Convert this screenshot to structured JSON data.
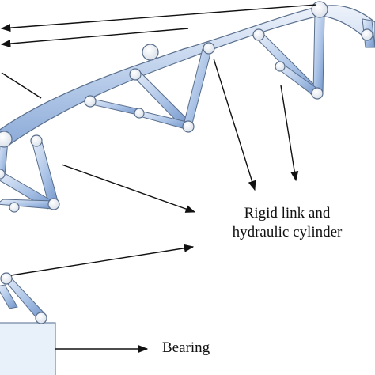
{
  "diagram": {
    "labels": {
      "rigid_link_line1": "Rigid link and",
      "rigid_link_line2": "hydraulic cylinder",
      "bearing": "Bearing"
    },
    "colors": {
      "link_fill_light": "#dde8f6",
      "link_fill_dark": "#8fb0db",
      "link_stroke": "#5a6f8c",
      "joint_fill": "#f4f6fa",
      "arrow": "#111111"
    }
  }
}
